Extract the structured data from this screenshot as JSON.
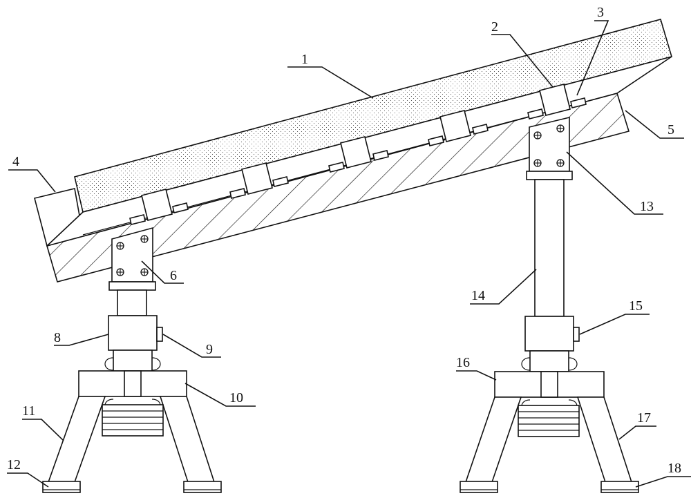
{
  "figure": {
    "callouts": [
      {
        "id": "c1",
        "text": "1"
      },
      {
        "id": "c2",
        "text": "2"
      },
      {
        "id": "c3",
        "text": "3"
      },
      {
        "id": "c4",
        "text": "4"
      },
      {
        "id": "c5",
        "text": "5"
      },
      {
        "id": "c6",
        "text": "6"
      },
      {
        "id": "c8",
        "text": "8"
      },
      {
        "id": "c9",
        "text": "9"
      },
      {
        "id": "c10",
        "text": "10"
      },
      {
        "id": "c11",
        "text": "11"
      },
      {
        "id": "c12",
        "text": "12"
      },
      {
        "id": "c13",
        "text": "13"
      },
      {
        "id": "c14",
        "text": "14"
      },
      {
        "id": "c15",
        "text": "15"
      },
      {
        "id": "c16",
        "text": "16"
      },
      {
        "id": "c17",
        "text": "17"
      },
      {
        "id": "c18",
        "text": "18"
      }
    ]
  },
  "colors": {
    "line": "#111111",
    "background": "#ffffff"
  }
}
